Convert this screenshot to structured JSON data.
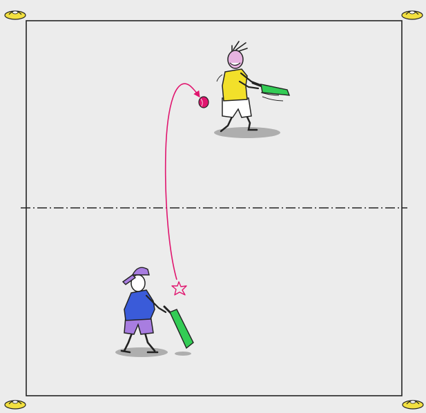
{
  "diagram": {
    "background_color": "#ececec",
    "court_line_color": "#222222",
    "centre_line_color": "#222222",
    "cone_color": "#f2e040",
    "ball_color": "#e0156e",
    "ball_path_color": "#e0156e",
    "bounce_marker_color": "#e0156e",
    "elements": {
      "court": "square-court",
      "centre_line": "dash-dot-halfway-line",
      "cones": [
        "cone-top-left",
        "cone-top-right",
        "cone-bottom-left",
        "cone-bottom-right"
      ],
      "ball": "ball",
      "ball_path": "ball-trajectory",
      "bounce_marker": "bounce-star-icon"
    }
  },
  "players": {
    "batter_top": {
      "role": "batter-follow-through",
      "shirt_color": "#f2e02a",
      "shorts_color": "#ffffff",
      "head_color": "#e6b3e0",
      "bat_color": "#33cc55"
    },
    "batter_bottom": {
      "role": "batter-ready-stance",
      "shirt_color": "#3a5bd9",
      "shorts_color": "#a87de0",
      "cap_color": "#a87de0",
      "bat_color": "#33cc55"
    }
  }
}
